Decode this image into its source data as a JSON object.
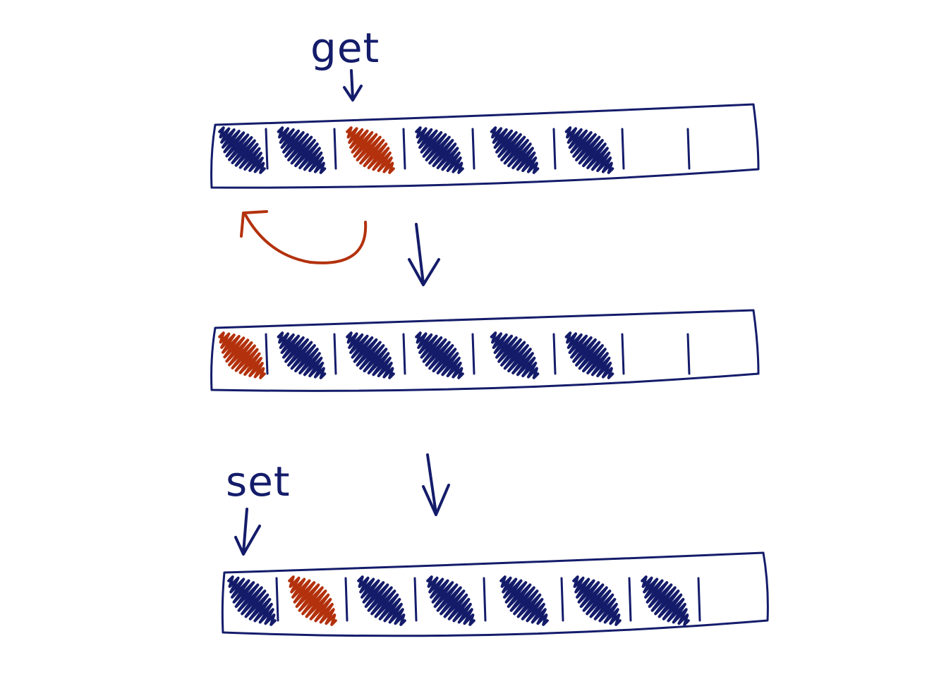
{
  "labels": {
    "get": "get",
    "set": "set"
  },
  "colors": {
    "ink": "#141c6a",
    "highlight": "#b3310c",
    "background": "#ffffff"
  },
  "arrays": [
    {
      "name": "initial",
      "slots": [
        "filled",
        "filled",
        "highlight",
        "filled",
        "filled",
        "filled",
        "empty",
        "empty"
      ]
    },
    {
      "name": "after-move",
      "slots": [
        "highlight",
        "filled",
        "filled",
        "filled",
        "filled",
        "filled",
        "empty",
        "empty"
      ]
    },
    {
      "name": "after-set",
      "slots": [
        "filled",
        "highlight",
        "filled",
        "filled",
        "filled",
        "filled",
        "filled",
        "empty"
      ]
    }
  ]
}
